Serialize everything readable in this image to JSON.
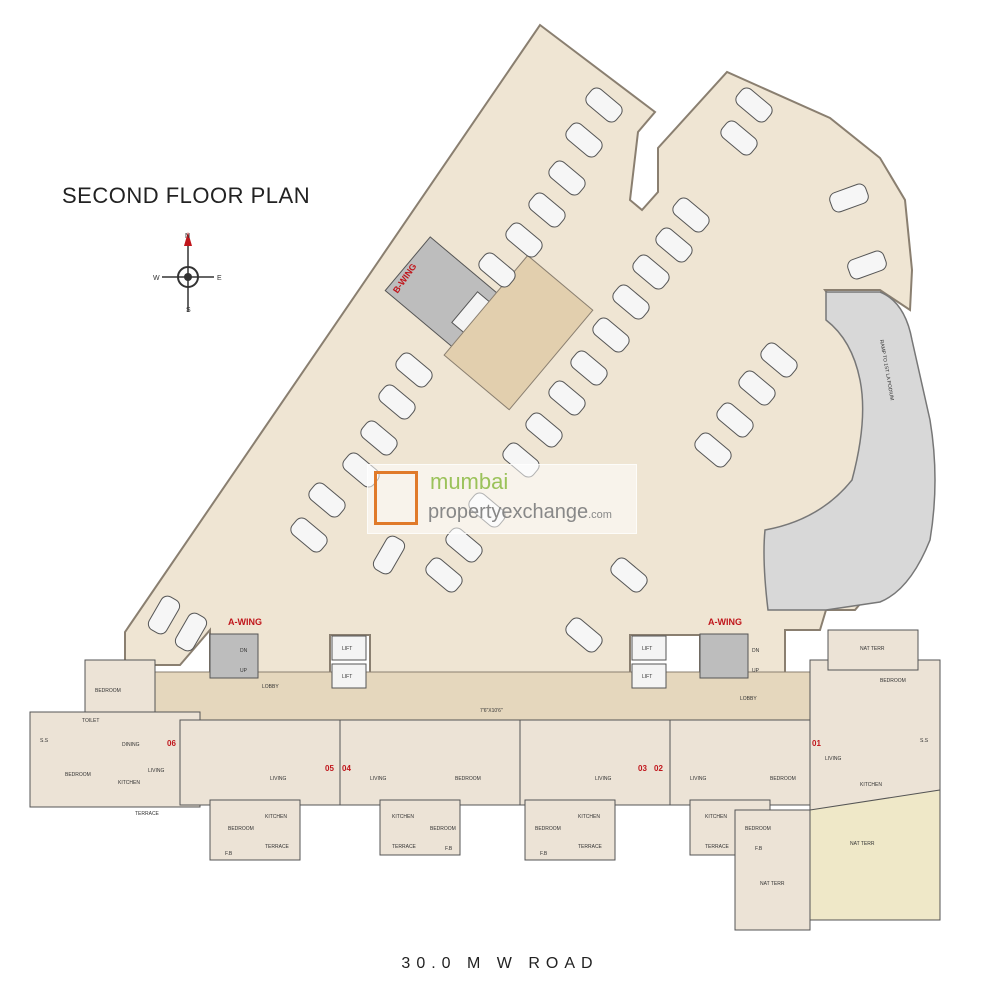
{
  "title": "SECOND FLOOR PLAN",
  "road_label": "30.0  M  W  ROAD",
  "compass": {
    "n": "N",
    "s": "S",
    "e": "E",
    "w": "W"
  },
  "wings": {
    "b_wing": "B-WING",
    "a_wing_left": "A-WING",
    "a_wing_right": "A-WING"
  },
  "lobbies": {
    "left": "LOBBY",
    "right": "LOBBY",
    "corridor_dim": "7'6\"X10'6\""
  },
  "lifts": {
    "lift": "LIFT",
    "dn": "DN",
    "up": "UP"
  },
  "ramp": "RAMP TO 1ST LA PODIUM",
  "flat_numbers": [
    "06",
    "05",
    "04",
    "03",
    "02",
    "01"
  ],
  "rooms": {
    "bedroom": "BEDROOM",
    "living": "LIVING",
    "kitchen": "KITCHEN",
    "toilet": "TOILET",
    "terrace": "TERRACE",
    "dining": "DINING",
    "fb": "F.B",
    "nat_terr": "NAT TERR",
    "ss": "S.S"
  },
  "watermark": {
    "top": "mumbai",
    "bottom": "propertyexchange",
    "suffix": ".com"
  }
}
